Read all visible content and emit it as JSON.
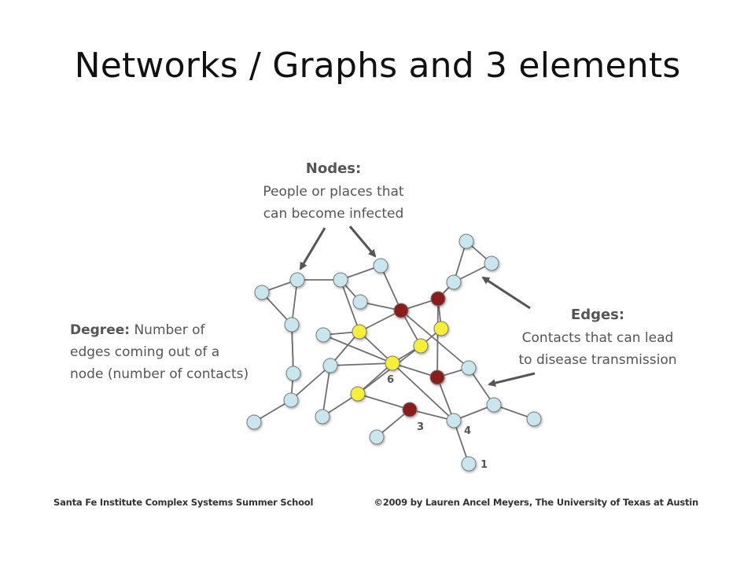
{
  "title": "Networks / Graphs and 3 elements",
  "annotations": {
    "nodes": {
      "heading": "Nodes:",
      "lines": [
        "People or places that",
        "can become infected"
      ]
    },
    "edges": {
      "heading": "Edges:",
      "lines": [
        "Contacts that can lead",
        "to disease transmission"
      ]
    },
    "degree": {
      "heading": "Degree:",
      "first_line_rest": " Number of",
      "lines": [
        "edges coming out of a",
        "node (number of contacts)"
      ]
    }
  },
  "degree_labels": {
    "six": "6",
    "three": "3",
    "four": "4",
    "one": "1"
  },
  "colors": {
    "node_blue": "#c9e6ef",
    "node_yellow": "#f6ee37",
    "node_red": "#8b1a1a",
    "edge": "#6f6f6f",
    "annotation_text": "#555555"
  },
  "footer": {
    "left": "Santa Fe Institute Complex Systems Summer School",
    "right": "©2009 by Lauren Ancel Meyers, The University of Texas at Austin"
  }
}
